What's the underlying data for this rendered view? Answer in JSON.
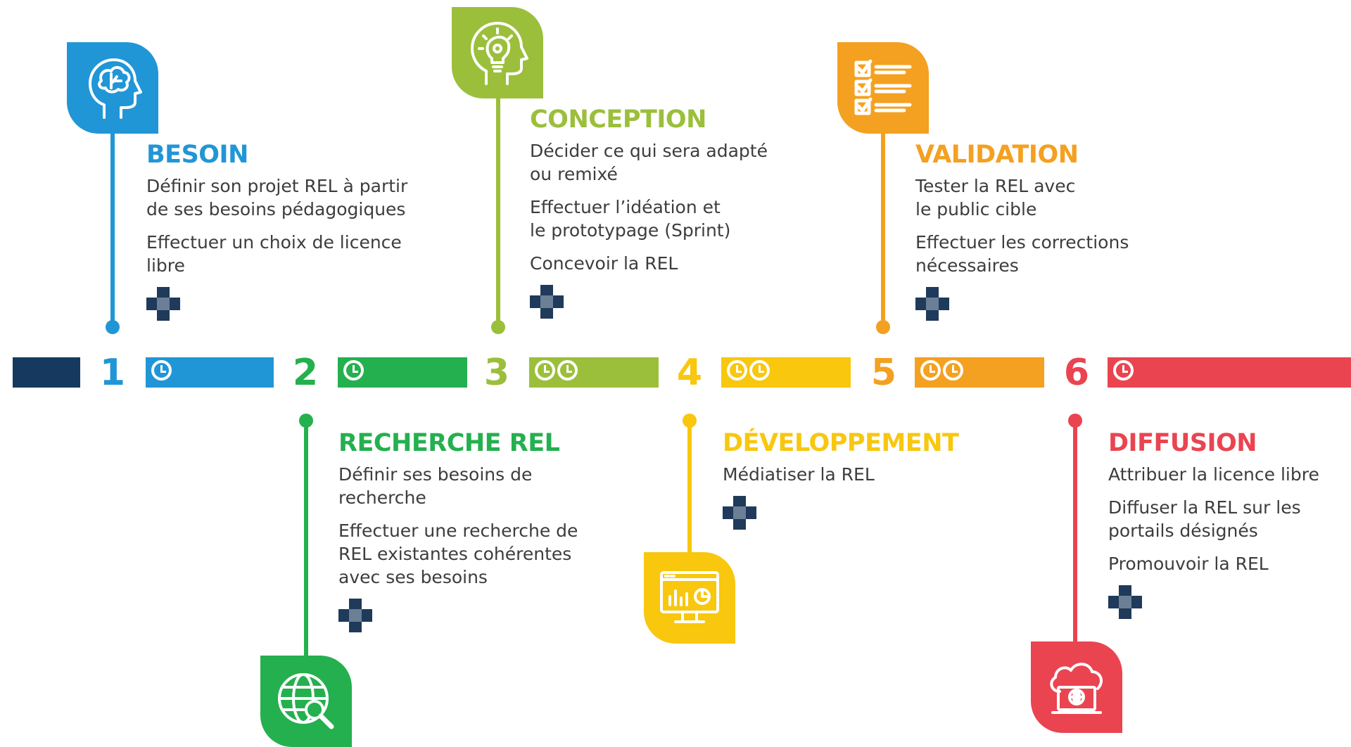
{
  "colors": {
    "navy": "#163a5f",
    "blue": "#2196d6",
    "green": "#24b04e",
    "lime": "#9bbf3b",
    "yellow": "#f8c70e",
    "orange": "#f4a020",
    "red": "#ea4451",
    "plus": "#1f3a5a"
  },
  "steps": [
    {
      "number": "1",
      "title": "BESOIN",
      "items": [
        "Définir son projet REL à partir\nde ses besoins  pédagogiques",
        "Effectuer un choix de licence\nlibre"
      ],
      "clocks": 1,
      "icon": "brain-head-icon",
      "position": "top"
    },
    {
      "number": "2",
      "title": "RECHERCHE REL",
      "items": [
        "Définir ses besoins de\nrecherche",
        "Effectuer une recherche de\nREL existantes cohérentes\navec ses besoins"
      ],
      "clocks": 1,
      "icon": "globe-search-icon",
      "position": "bottom"
    },
    {
      "number": "3",
      "title": "CONCEPTION",
      "items": [
        "Décider ce qui sera adapté\nou remixé",
        "Effectuer l’idéation et\nle prototypage (Sprint)",
        "Concevoir la REL"
      ],
      "clocks": 2,
      "icon": "lightbulb-head-icon",
      "position": "top"
    },
    {
      "number": "4",
      "title": "DÉVELOPPEMENT",
      "items": [
        "Médiatiser la REL"
      ],
      "clocks": 2,
      "icon": "monitor-chart-icon",
      "position": "bottom"
    },
    {
      "number": "5",
      "title": "VALIDATION",
      "items": [
        "Tester la REL avec\nle public cible",
        "Effectuer les corrections\nnécessaires"
      ],
      "clocks": 2,
      "icon": "checklist-icon",
      "position": "top"
    },
    {
      "number": "6",
      "title": "DIFFUSION",
      "items": [
        "Attribuer la licence libre",
        "Diffuser la REL sur les\nportails désignés",
        "Promouvoir la REL"
      ],
      "clocks": 1,
      "icon": "cloud-laptop-icon",
      "position": "bottom"
    }
  ]
}
